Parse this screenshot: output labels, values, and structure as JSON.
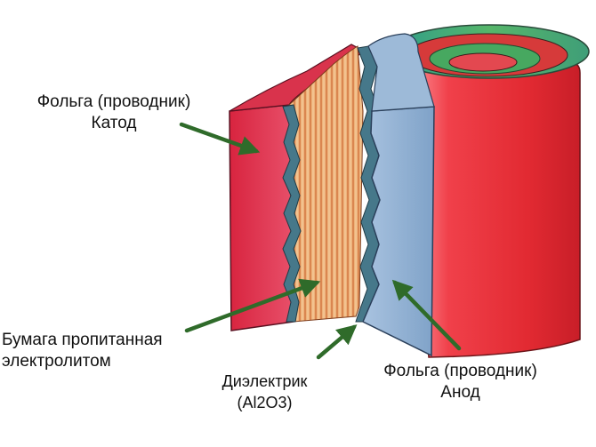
{
  "labels": {
    "cathode": {
      "line1": "Фольга (проводник)",
      "line2": "Катод"
    },
    "paper": {
      "line1": "Бумага пропитанная",
      "line2": "электролитом"
    },
    "dielectric": {
      "line1": "Диэлектрик",
      "line2": "(Al2O3)"
    },
    "anode": {
      "line1": "Фольга (проводник)",
      "line2": "Анод"
    }
  },
  "colors": {
    "cathode_foil": "#e0304e",
    "paper": "#e6a36a",
    "dielectric": "#4c7e8a",
    "anode_foil": "#8fb0d2",
    "roll_red": "#e8303a",
    "roll_green": "#3fae5c",
    "arrow": "#2f6b2a"
  }
}
